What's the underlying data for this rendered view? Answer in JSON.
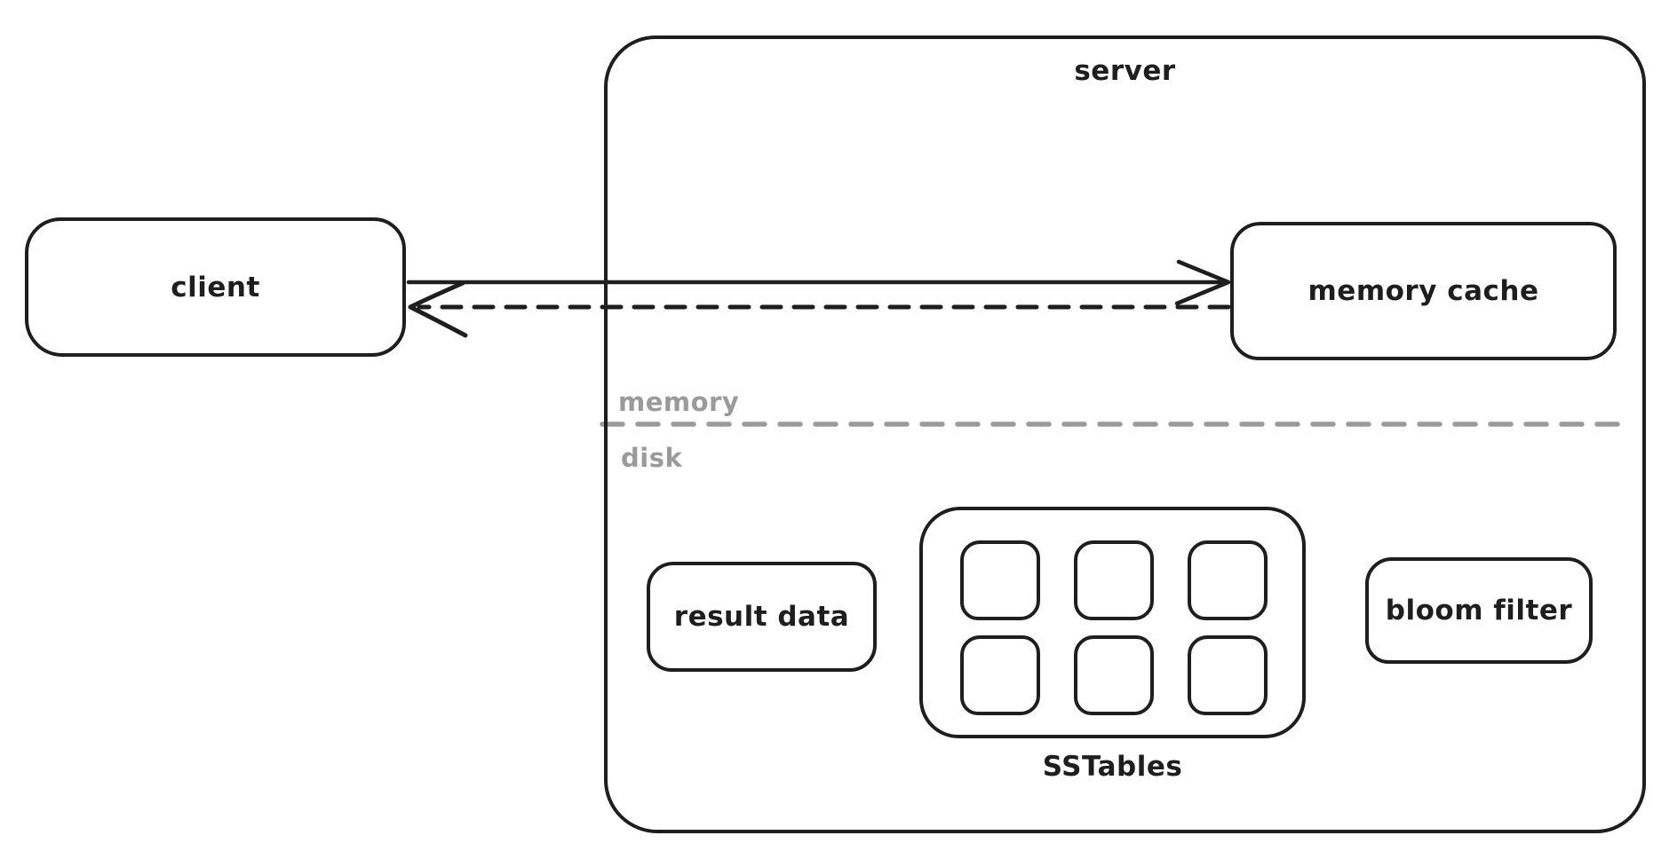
{
  "diagram": {
    "nodes": {
      "client": {
        "label": "client"
      },
      "server": {
        "label": "server"
      },
      "memory_cache": {
        "label": "memory cache"
      },
      "result_data": {
        "label": "result data"
      },
      "sstables": {
        "label": "SSTables",
        "cell_count": 6,
        "grid_rows": 2,
        "grid_cols": 3
      },
      "bloom_filter": {
        "label": "bloom filter"
      }
    },
    "zone_labels": {
      "above_divider": "memory",
      "below_divider": "disk"
    },
    "edges": {
      "request": {
        "from": "client",
        "to": "memory cache",
        "style": "solid",
        "direction": "right"
      },
      "response": {
        "from": "memory cache",
        "to": "client",
        "style": "dashed",
        "direction": "left"
      }
    },
    "colors": {
      "stroke": "#1e1e1e",
      "muted": "#9a9a9a",
      "background": "#ffffff"
    }
  }
}
